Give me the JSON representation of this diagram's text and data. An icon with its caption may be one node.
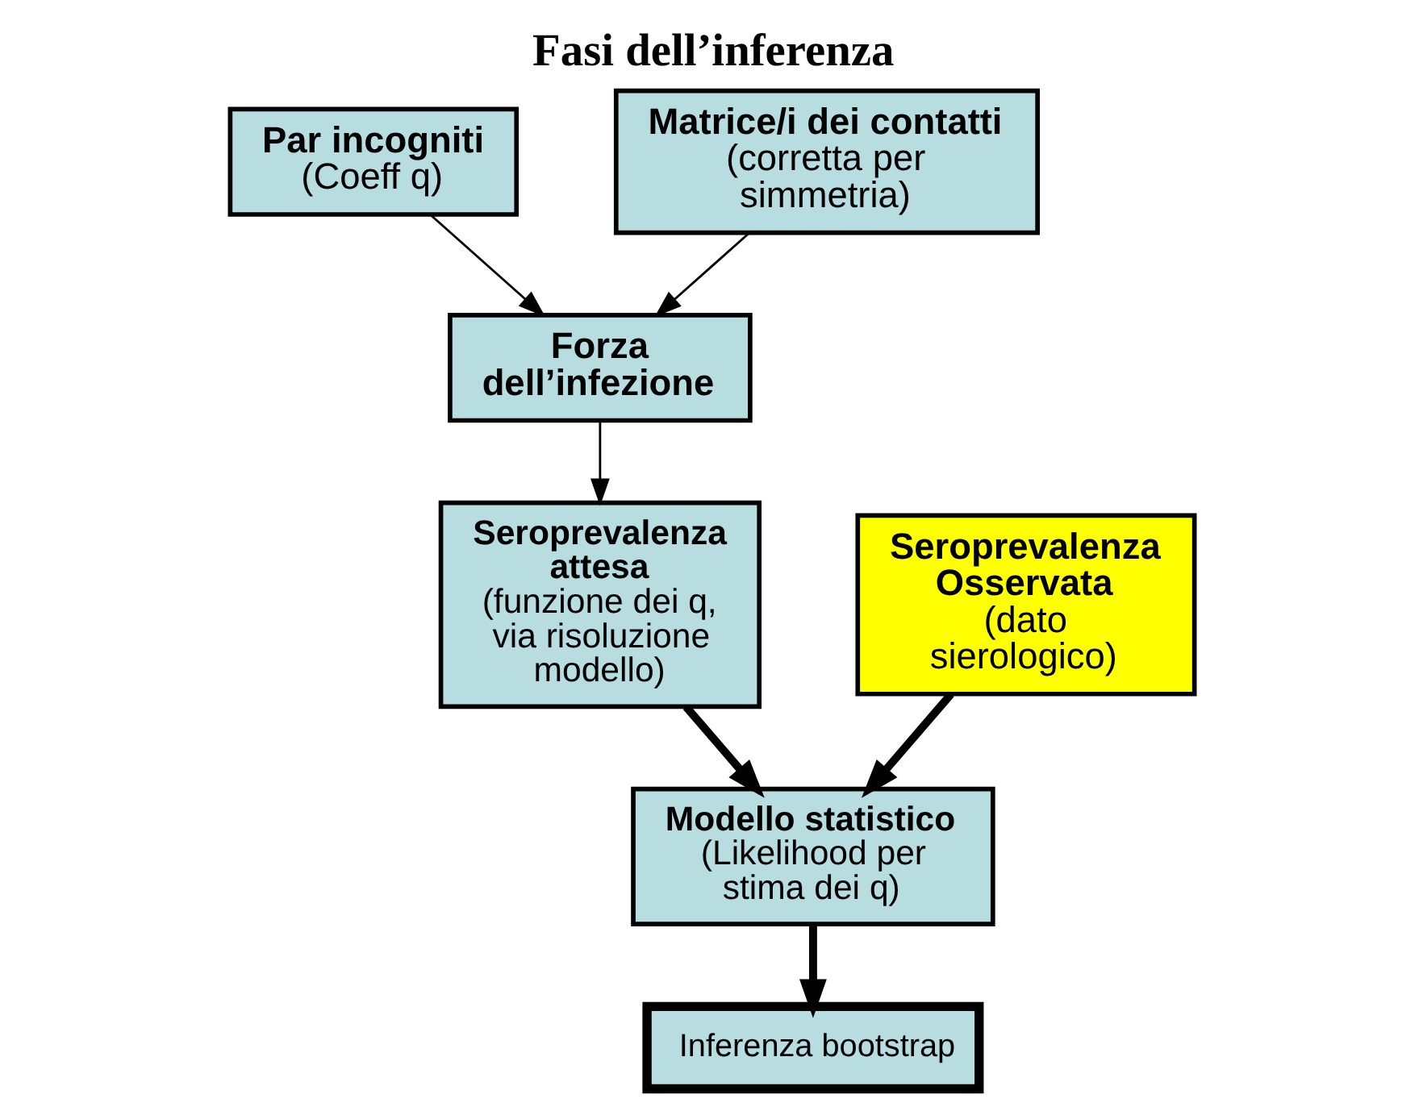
{
  "diagram": {
    "title": "Fasi dell’inferenza",
    "nodes": [
      {
        "text": [
          "Par incogniti",
          "(Coeff q)"
        ]
      },
      {
        "text": [
          "Matrice/i dei contatti",
          "(corretta per simmetria)"
        ]
      },
      {
        "text": [
          "Forza dell’infezione"
        ]
      },
      {
        "text": [
          "Seroprevalenza attesa",
          "(funzione dei q, via risoluzione modello)"
        ]
      },
      {
        "text": [
          "Seroprevalenza Osservata",
          "(dato sierologico)"
        ]
      },
      {
        "text": [
          "Modello statistico",
          "(Likelihood per stima dei q)"
        ]
      },
      {
        "text": [
          "Inferenza bootstrap"
        ]
      }
    ],
    "edges": [
      {
        "from": 0,
        "to": 2,
        "arrow": "to"
      },
      {
        "from": 1,
        "to": 2,
        "arrow": "to"
      },
      {
        "from": 2,
        "to": 3,
        "arrow": "to"
      },
      {
        "from": 3,
        "to": 5,
        "arrow": "to",
        "style": "thick"
      },
      {
        "from": 4,
        "to": 5,
        "arrow": "to",
        "style": "thick"
      },
      {
        "from": 5,
        "to": 6,
        "arrow": "to",
        "style": "thick"
      }
    ]
  }
}
